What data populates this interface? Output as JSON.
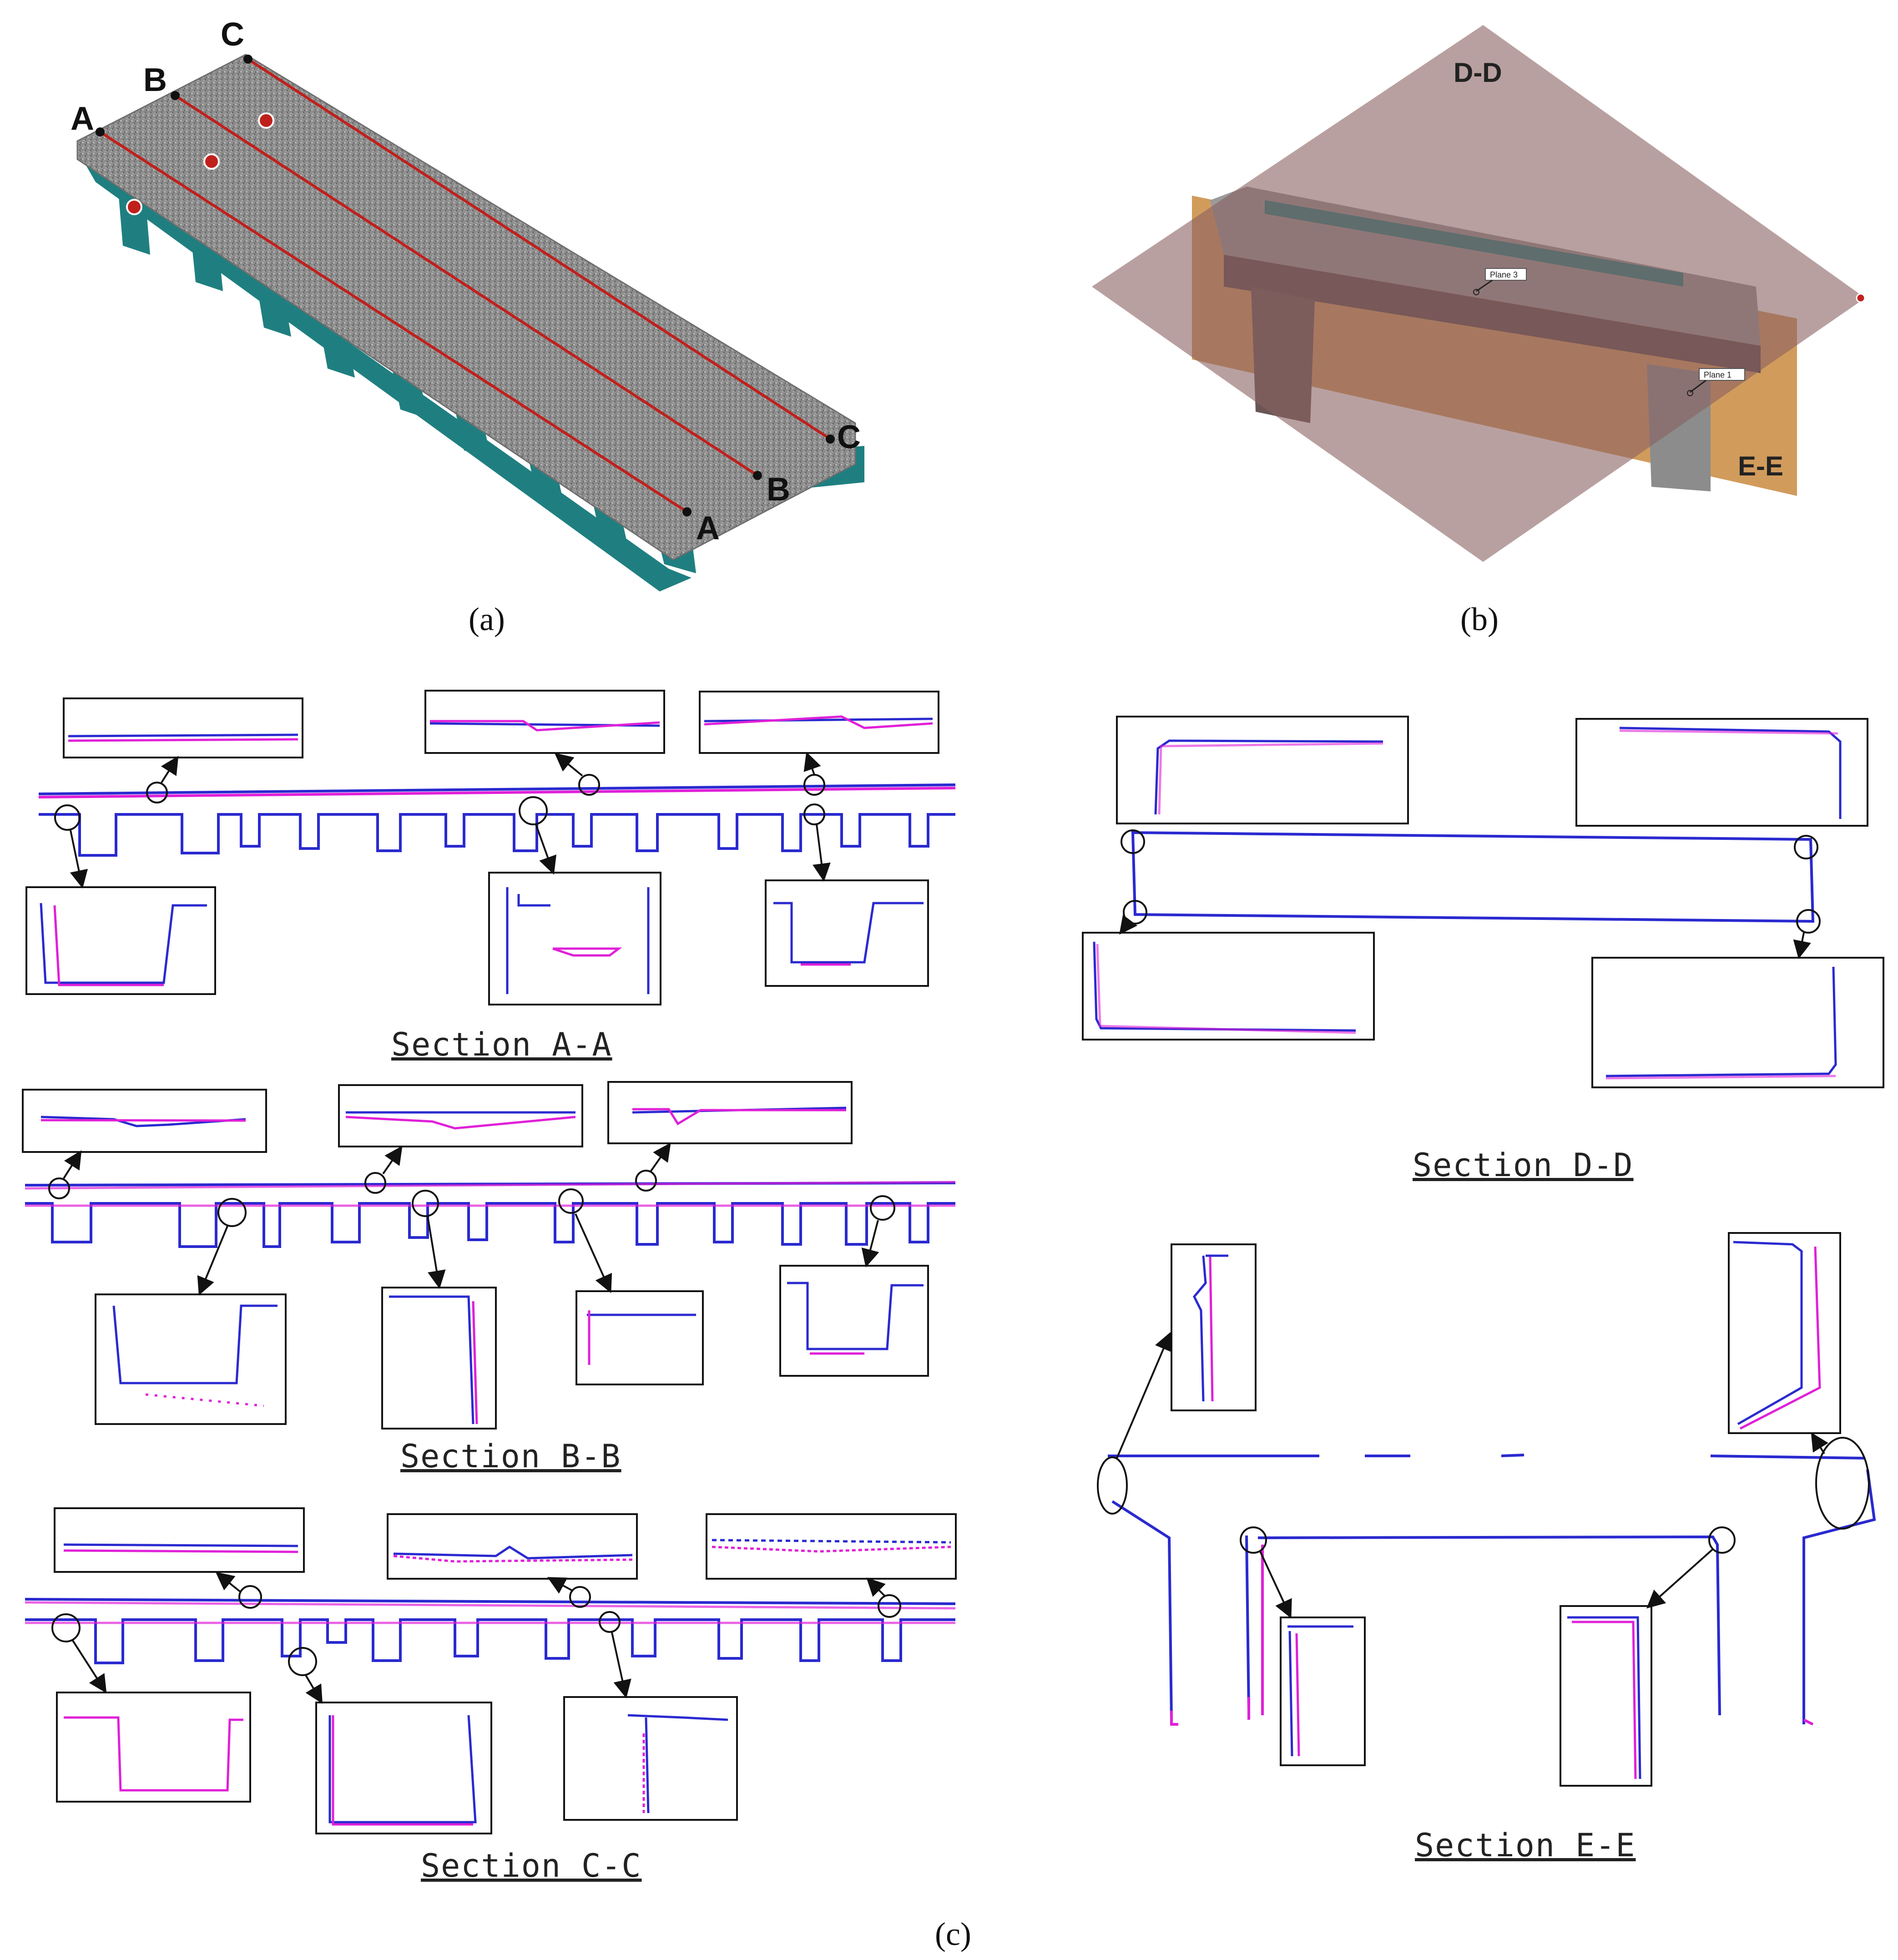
{
  "figure": {
    "panel_a": {
      "label": "(a)",
      "points": [
        "A",
        "B",
        "C"
      ]
    },
    "panel_b": {
      "label": "(b)",
      "plane_labels": [
        "D-D",
        "E-E"
      ],
      "plane_tags": [
        "Plane 3",
        "Plane 1"
      ]
    },
    "panel_c": {
      "label": "(c)",
      "sections": {
        "aa": "Section A-A",
        "bb": "Section B-B",
        "cc": "Section C-C",
        "dd": "Section D-D",
        "ee": "Section E-E"
      }
    }
  },
  "colors": {
    "scan_blue": "#2a2ad0",
    "scan_magenta": "#e020d8",
    "deck_gray": "#8f8f8f",
    "girder_teal": "#1f7f80",
    "cut_line_red": "#c0201c",
    "plane_brown": "#8a6060",
    "plane_orange": "#c98a40"
  }
}
